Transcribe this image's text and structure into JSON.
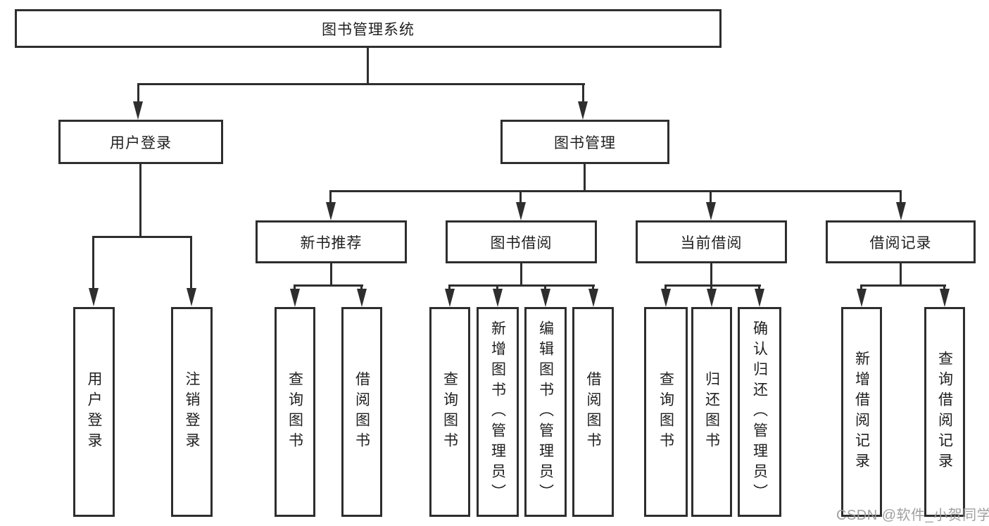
{
  "diagram": {
    "title": "图书管理系统",
    "level2": [
      "用户登录",
      "图书管理"
    ],
    "level3": [
      "新书推荐",
      "图书借阅",
      "当前借阅",
      "借阅记录"
    ],
    "leaves": {
      "user_login": [
        "用户登录",
        "注销登录"
      ],
      "new_book": [
        "查询图书",
        "借阅图书"
      ],
      "book_borrow": [
        "查询图书",
        "新增图书（管理员）",
        "编辑图书（管理员）",
        "借阅图书"
      ],
      "current_borrow": [
        "查询图书",
        "归还图书",
        "确认归还（管理员）"
      ],
      "borrow_records": [
        "新增借阅记录",
        "查询借阅记录"
      ]
    },
    "watermark": "CSDN @软件_小贺同学",
    "icons": {
      "arrow_down_icon": "filled-triangle-down (css shape)"
    },
    "colors": {
      "line": "#2e2e2e",
      "text": "#1f1f1f",
      "watermark": "#9b9b9b",
      "background": "#ffffff"
    }
  }
}
